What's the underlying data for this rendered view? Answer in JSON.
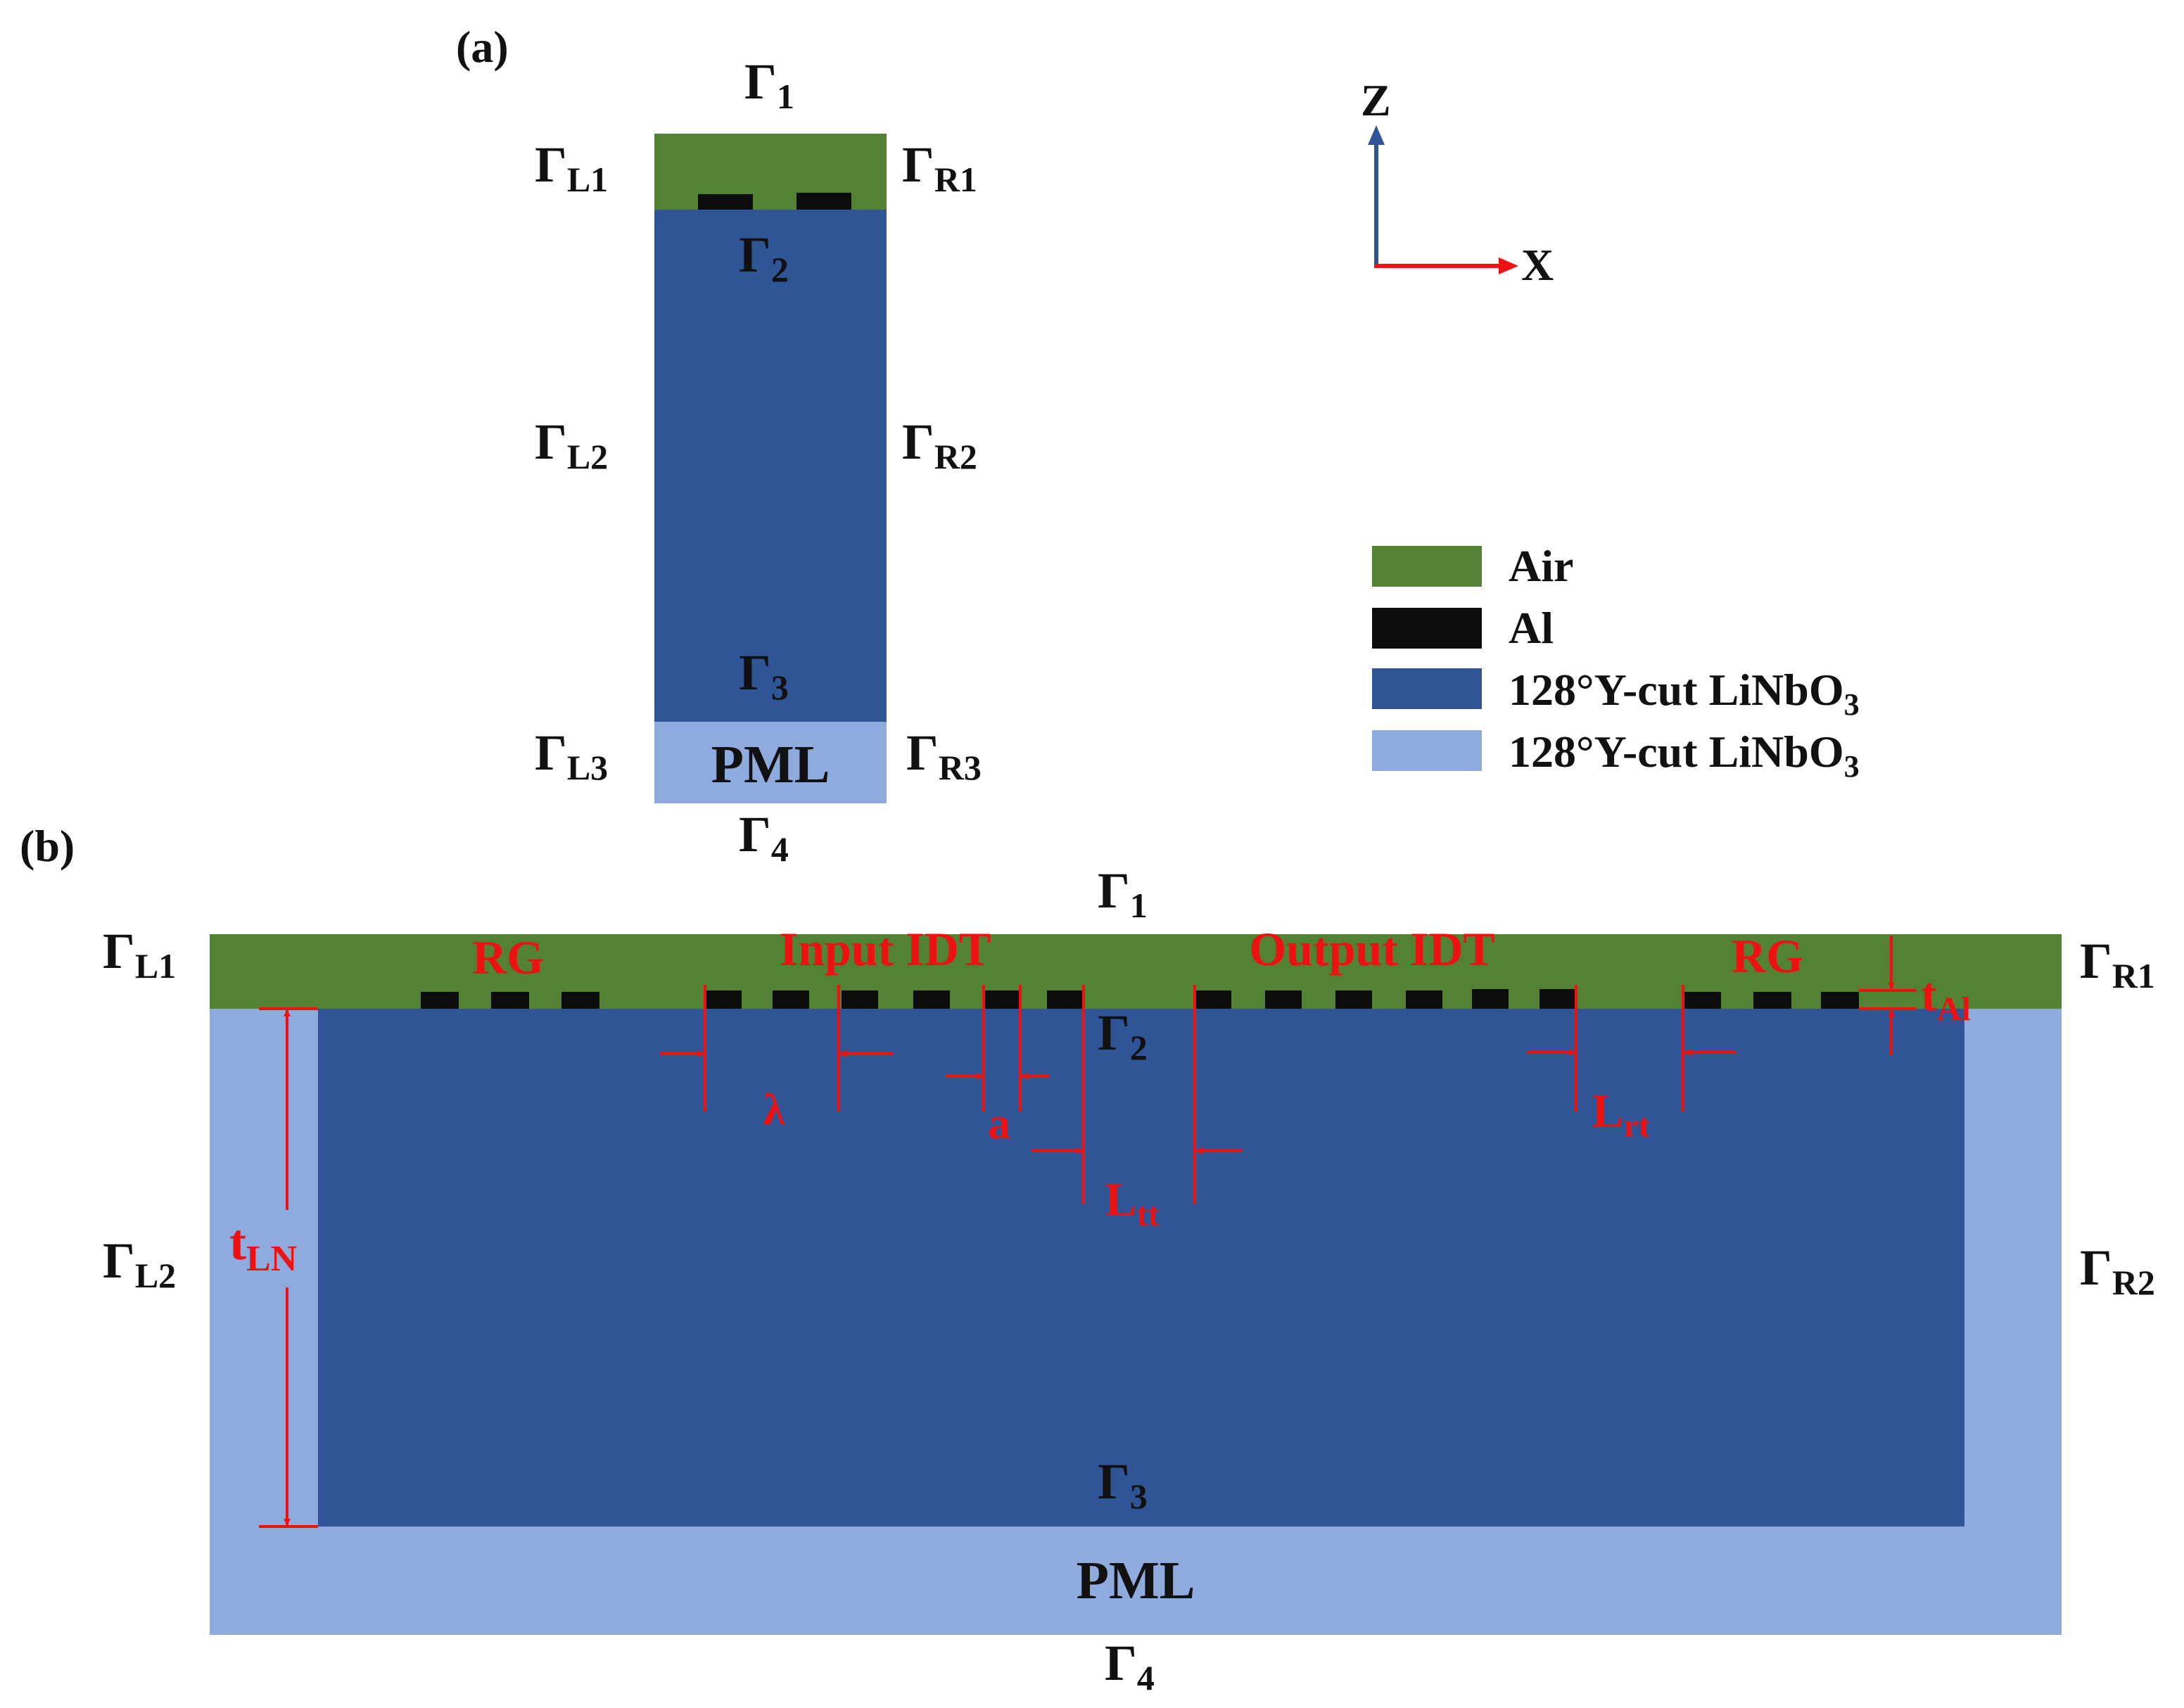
{
  "colors": {
    "air": "#548235",
    "substrate": "#2f5597",
    "pml": "#8faadc",
    "electrode": "#0d0d0d",
    "dimension": "#ee1111",
    "axis_z": "#2f5597",
    "axis_x": "#ee1111",
    "text": "#111111"
  },
  "panel_a": {
    "label": "(a)",
    "gamma": {
      "base": "Γ",
      "top": "1",
      "interface": "2",
      "pml_top": "3",
      "bottom": "4"
    },
    "left": {
      "row1": "L1",
      "row2": "L2",
      "row3": "L3"
    },
    "right": {
      "row1": "R1",
      "row2": "R2",
      "row3": "R3"
    },
    "pml_label": "PML"
  },
  "axes": {
    "z": "Z",
    "x": "X"
  },
  "legend": {
    "items": [
      {
        "label": "Air",
        "color": "#548235"
      },
      {
        "label": "Al",
        "color": "#0d0d0d"
      },
      {
        "label": "128°Y-cut LiNbO",
        "sub": "3",
        "color": "#2f5597"
      },
      {
        "label": "128°Y-cut LiNbO",
        "sub": "3",
        "color": "#8faadc"
      }
    ]
  },
  "panel_b": {
    "label": "(b)",
    "gamma": {
      "base": "Γ",
      "top": "1",
      "interface": "2",
      "sub_bottom": "3",
      "bottom": "4"
    },
    "left": {
      "row1": "L1",
      "row2": "L2"
    },
    "right": {
      "row1": "R1",
      "row2": "R2"
    },
    "regions": {
      "rg_left": "RG",
      "input_idt": "Input IDT",
      "output_idt": "Output IDT",
      "rg_right": "RG"
    },
    "pml_label": "PML",
    "dims": {
      "lambda": "λ",
      "a": "a",
      "l_tt": {
        "base": "L",
        "sub": "tt"
      },
      "l_rt": {
        "base": "L",
        "sub": "rt"
      },
      "t_ln": {
        "base": "t",
        "sub": "LN"
      },
      "t_al": {
        "base": "t",
        "sub": "Al"
      }
    }
  }
}
